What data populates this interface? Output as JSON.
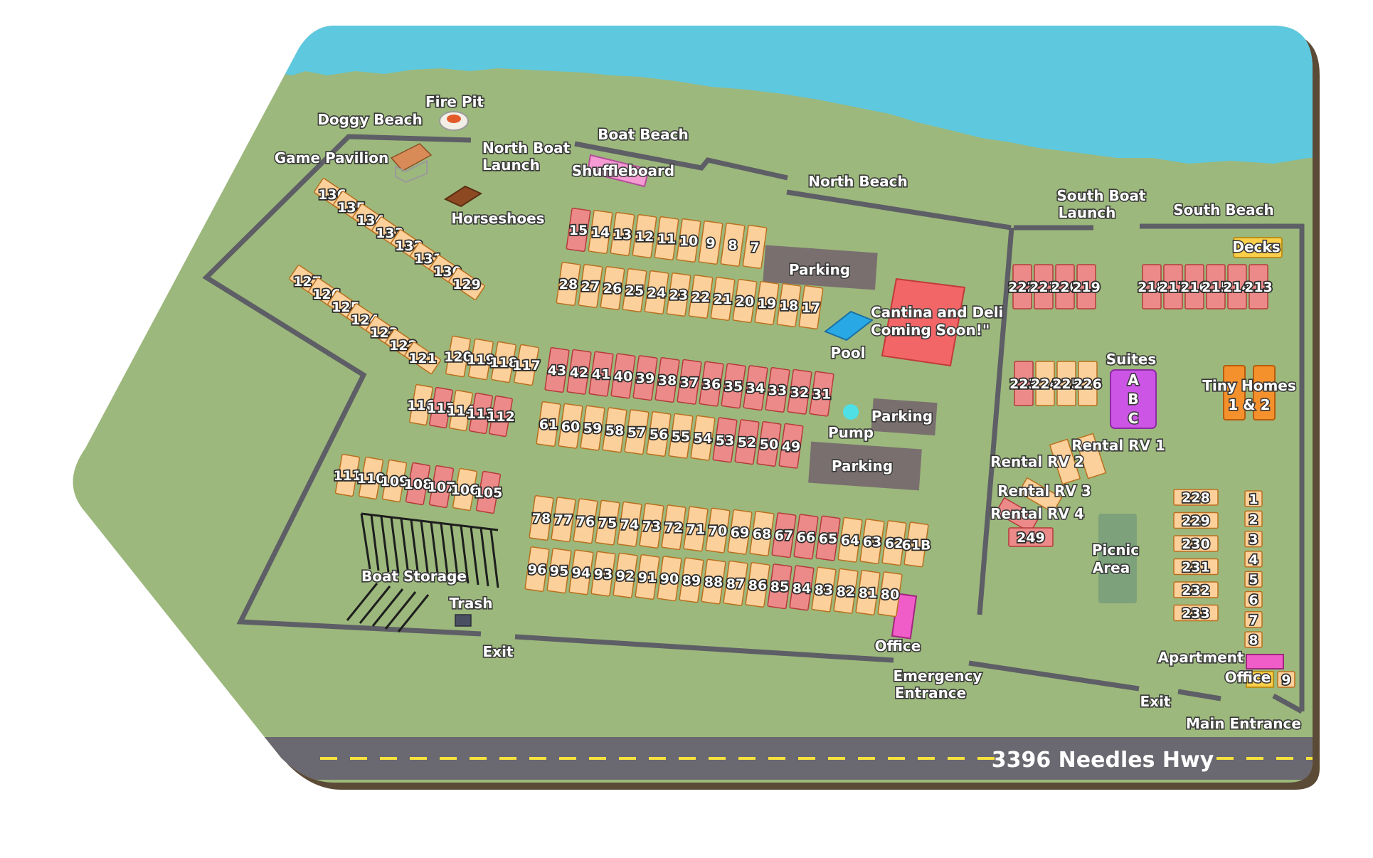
{
  "colors": {
    "water": "#5ec8df",
    "grass": "#9cb87c",
    "site_tan": "#fcd09a",
    "site_red": "#ec8a8a",
    "site_red_border": "#b53a3a",
    "parking": "#7a6f6f",
    "cantina": "#f26667",
    "suites": "#cc55e6",
    "tiny_homes": "#f5912c",
    "decks": "#fbcf49",
    "office": "#f05cc8",
    "road": "#6a6870",
    "road_stripe": "#f5e23e",
    "fence": "#5e5e66"
  },
  "labels": {
    "doggy_beach": "Doggy Beach",
    "fire_pit": "Fire Pit",
    "game_pavilion": "Game Pavilion",
    "north_boat_launch_1": "North Boat",
    "north_boat_launch_2": "Launch",
    "boat_beach": "Boat Beach",
    "shuffleboard": "Shuffleboard",
    "north_beach": "North Beach",
    "horseshoes": "Horseshoes",
    "south_boat_launch_1": "South Boat",
    "south_boat_launch_2": "Launch",
    "south_beach": "South Beach",
    "decks": "Decks",
    "parking": "Parking",
    "cantina_1": "Cantina and Deli",
    "cantina_2": "Coming Soon!\"",
    "pool": "Pool",
    "pump": "Pump",
    "suites": "Suites",
    "suites_a": "A",
    "suites_b": "B",
    "suites_c": "C",
    "tiny_homes_1": "Tiny Homes",
    "tiny_homes_2": "1 & 2",
    "rental_rv_1": "Rental RV 1",
    "rental_rv_2": "Rental RV 2",
    "rental_rv_3": "Rental RV 3",
    "rental_rv_4": "Rental RV 4",
    "picnic_area_1": "Picnic",
    "picnic_area_2": "Area",
    "boat_storage": "Boat Storage",
    "trash": "Trash",
    "exit": "Exit",
    "office": "Office",
    "emergency_entrance_1": "Emergency",
    "emergency_entrance_2": "Entrance",
    "apartment": "Apartment",
    "main_entrance": "Main Entrance",
    "address": "3396 Needles Hwy"
  },
  "sites": [
    {
      "n": "136",
      "c": "t"
    },
    {
      "n": "135",
      "c": "t"
    },
    {
      "n": "134",
      "c": "t"
    },
    {
      "n": "133",
      "c": "t"
    },
    {
      "n": "132",
      "c": "t"
    },
    {
      "n": "131",
      "c": "t"
    },
    {
      "n": "130",
      "c": "t"
    },
    {
      "n": "129",
      "c": "t"
    },
    {
      "n": "127",
      "c": "t"
    },
    {
      "n": "126",
      "c": "t"
    },
    {
      "n": "125",
      "c": "t"
    },
    {
      "n": "124",
      "c": "t"
    },
    {
      "n": "123",
      "c": "t"
    },
    {
      "n": "122",
      "c": "t"
    },
    {
      "n": "121",
      "c": "t"
    },
    {
      "n": "120",
      "c": "t"
    },
    {
      "n": "119",
      "c": "t"
    },
    {
      "n": "118",
      "c": "t"
    },
    {
      "n": "117",
      "c": "t"
    },
    {
      "n": "116",
      "c": "t"
    },
    {
      "n": "115",
      "c": "r"
    },
    {
      "n": "114",
      "c": "t"
    },
    {
      "n": "113",
      "c": "r"
    },
    {
      "n": "112",
      "c": "r"
    },
    {
      "n": "111",
      "c": "t"
    },
    {
      "n": "110",
      "c": "t"
    },
    {
      "n": "109",
      "c": "t"
    },
    {
      "n": "108",
      "c": "r"
    },
    {
      "n": "107",
      "c": "r"
    },
    {
      "n": "106",
      "c": "t"
    },
    {
      "n": "105",
      "c": "r"
    },
    {
      "n": "15",
      "c": "r"
    },
    {
      "n": "14",
      "c": "t"
    },
    {
      "n": "13",
      "c": "t"
    },
    {
      "n": "12",
      "c": "t"
    },
    {
      "n": "11",
      "c": "t"
    },
    {
      "n": "10",
      "c": "t"
    },
    {
      "n": "9",
      "c": "t"
    },
    {
      "n": "8",
      "c": "t"
    },
    {
      "n": "7",
      "c": "t"
    },
    {
      "n": "28",
      "c": "t"
    },
    {
      "n": "27",
      "c": "t"
    },
    {
      "n": "26",
      "c": "t"
    },
    {
      "n": "25",
      "c": "t"
    },
    {
      "n": "24",
      "c": "t"
    },
    {
      "n": "23",
      "c": "t"
    },
    {
      "n": "22",
      "c": "t"
    },
    {
      "n": "21",
      "c": "t"
    },
    {
      "n": "20",
      "c": "t"
    },
    {
      "n": "19",
      "c": "t"
    },
    {
      "n": "18",
      "c": "t"
    },
    {
      "n": "17",
      "c": "t"
    },
    {
      "n": "43",
      "c": "r"
    },
    {
      "n": "42",
      "c": "r"
    },
    {
      "n": "41",
      "c": "r"
    },
    {
      "n": "40",
      "c": "r"
    },
    {
      "n": "39",
      "c": "r"
    },
    {
      "n": "38",
      "c": "r"
    },
    {
      "n": "37",
      "c": "r"
    },
    {
      "n": "36",
      "c": "r"
    },
    {
      "n": "35",
      "c": "r"
    },
    {
      "n": "34",
      "c": "r"
    },
    {
      "n": "33",
      "c": "r"
    },
    {
      "n": "32",
      "c": "r"
    },
    {
      "n": "31",
      "c": "r"
    },
    {
      "n": "61",
      "c": "t"
    },
    {
      "n": "60",
      "c": "t"
    },
    {
      "n": "59",
      "c": "t"
    },
    {
      "n": "58",
      "c": "t"
    },
    {
      "n": "57",
      "c": "t"
    },
    {
      "n": "56",
      "c": "t"
    },
    {
      "n": "55",
      "c": "t"
    },
    {
      "n": "54",
      "c": "t"
    },
    {
      "n": "53",
      "c": "r"
    },
    {
      "n": "52",
      "c": "r"
    },
    {
      "n": "50",
      "c": "r"
    },
    {
      "n": "49",
      "c": "r"
    },
    {
      "n": "78",
      "c": "t"
    },
    {
      "n": "77",
      "c": "t"
    },
    {
      "n": "76",
      "c": "t"
    },
    {
      "n": "75",
      "c": "t"
    },
    {
      "n": "74",
      "c": "t"
    },
    {
      "n": "73",
      "c": "t"
    },
    {
      "n": "72",
      "c": "t"
    },
    {
      "n": "71",
      "c": "t"
    },
    {
      "n": "70",
      "c": "t"
    },
    {
      "n": "69",
      "c": "t"
    },
    {
      "n": "68",
      "c": "t"
    },
    {
      "n": "67",
      "c": "r"
    },
    {
      "n": "66",
      "c": "r"
    },
    {
      "n": "65",
      "c": "r"
    },
    {
      "n": "64",
      "c": "t"
    },
    {
      "n": "63",
      "c": "t"
    },
    {
      "n": "62",
      "c": "t"
    },
    {
      "n": "61B",
      "c": "t"
    },
    {
      "n": "96",
      "c": "t"
    },
    {
      "n": "95",
      "c": "t"
    },
    {
      "n": "94",
      "c": "t"
    },
    {
      "n": "93",
      "c": "t"
    },
    {
      "n": "92",
      "c": "t"
    },
    {
      "n": "91",
      "c": "t"
    },
    {
      "n": "90",
      "c": "t"
    },
    {
      "n": "89",
      "c": "t"
    },
    {
      "n": "88",
      "c": "t"
    },
    {
      "n": "87",
      "c": "t"
    },
    {
      "n": "86",
      "c": "t"
    },
    {
      "n": "85",
      "c": "r"
    },
    {
      "n": "84",
      "c": "r"
    },
    {
      "n": "83",
      "c": "t"
    },
    {
      "n": "82",
      "c": "t"
    },
    {
      "n": "81",
      "c": "t"
    },
    {
      "n": "80",
      "c": "t"
    },
    {
      "n": "222",
      "c": "r"
    },
    {
      "n": "221",
      "c": "r"
    },
    {
      "n": "220",
      "c": "r"
    },
    {
      "n": "219",
      "c": "r"
    },
    {
      "n": "218",
      "c": "r"
    },
    {
      "n": "217",
      "c": "r"
    },
    {
      "n": "216",
      "c": "r"
    },
    {
      "n": "215",
      "c": "r"
    },
    {
      "n": "214",
      "c": "r"
    },
    {
      "n": "213",
      "c": "r"
    },
    {
      "n": "223",
      "c": "r"
    },
    {
      "n": "224",
      "c": "t"
    },
    {
      "n": "225",
      "c": "t"
    },
    {
      "n": "226",
      "c": "t"
    },
    {
      "n": "249",
      "c": "r"
    },
    {
      "n": "228",
      "c": "t"
    },
    {
      "n": "229",
      "c": "t"
    },
    {
      "n": "230",
      "c": "t"
    },
    {
      "n": "231",
      "c": "t"
    },
    {
      "n": "232",
      "c": "t"
    },
    {
      "n": "233",
      "c": "t"
    },
    {
      "n": "1",
      "c": "t"
    },
    {
      "n": "2",
      "c": "t"
    },
    {
      "n": "3",
      "c": "t"
    },
    {
      "n": "4",
      "c": "t"
    },
    {
      "n": "5",
      "c": "t"
    },
    {
      "n": "6",
      "c": "t"
    },
    {
      "n": "7",
      "c": "t"
    },
    {
      "n": "8",
      "c": "t"
    },
    {
      "n": "9",
      "c": "t"
    }
  ],
  "icons": {
    "fire_pit": "fire-pit-icon",
    "game_pavilion": "pavilion-icon",
    "horseshoes": "horseshoe-pit-icon",
    "pool": "pool-icon",
    "pump": "pump-icon",
    "trash": "dumpster-icon"
  }
}
